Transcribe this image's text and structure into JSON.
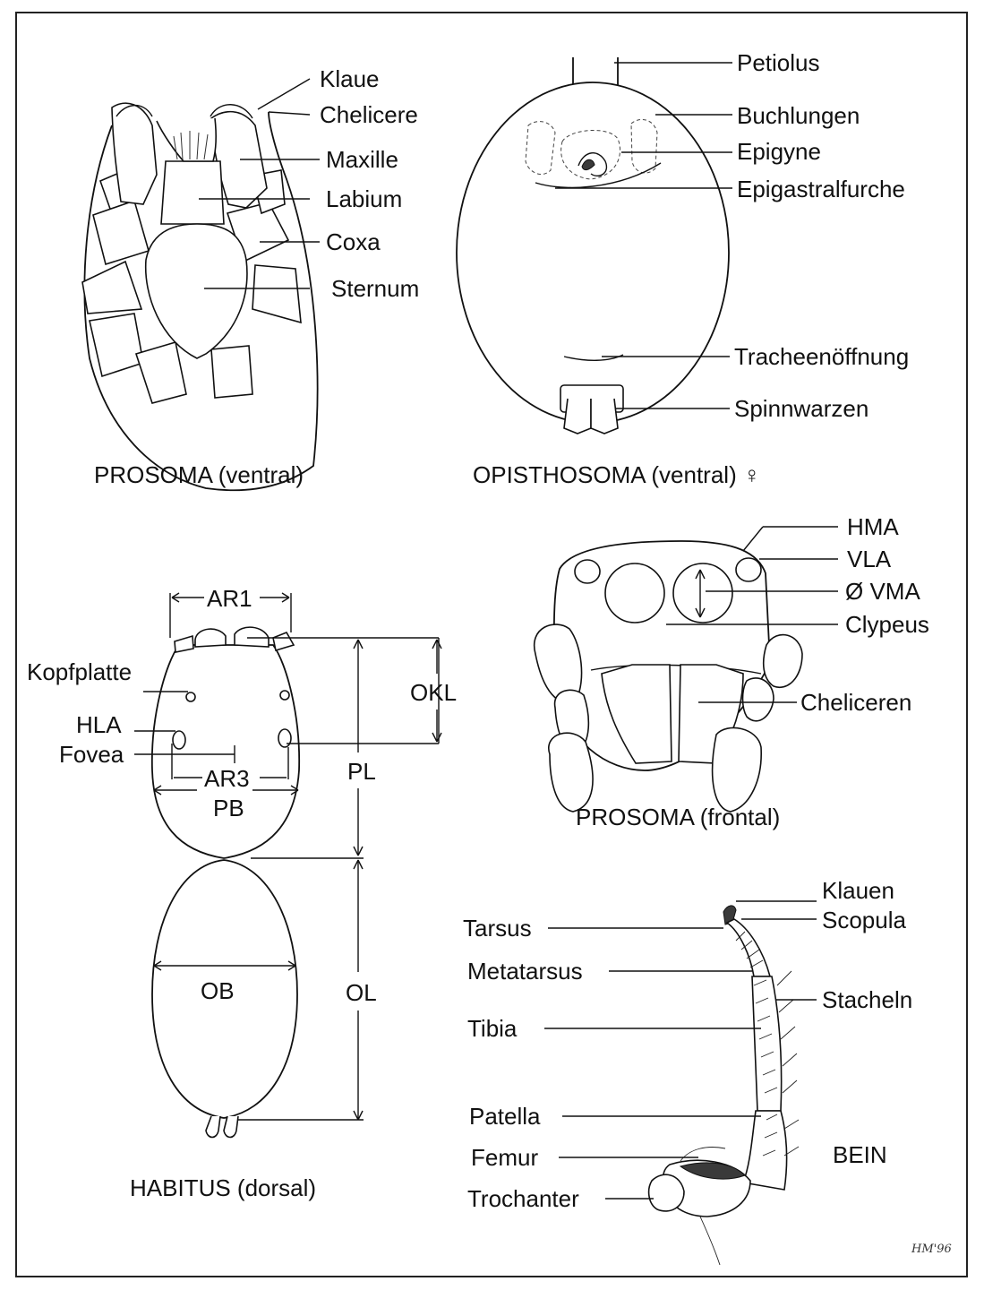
{
  "prosoma_ventral": {
    "caption": "PROSOMA (ventral)",
    "labels": [
      "Klaue",
      "Chelicere",
      "Maxille",
      "Labium",
      "Coxa",
      "Sternum"
    ]
  },
  "opisthosoma_ventral": {
    "caption": "OPISTHOSOMA (ventral) ♀",
    "labels": [
      "Petiolus",
      "Buchlungen",
      "Epigyne",
      "Epigastralfurche",
      "Tracheenöffnung",
      "Spinnwarzen"
    ]
  },
  "habitus_dorsal": {
    "caption": "HABITUS (dorsal)",
    "labels": [
      "AR1",
      "Kopfplatte",
      "HLA",
      "Fovea",
      "AR3",
      "PB",
      "OKL",
      "PL",
      "OB",
      "OL"
    ]
  },
  "prosoma_frontal": {
    "caption": "PROSOMA (frontal)",
    "labels": [
      "HMA",
      "VLA",
      "Ø VMA",
      "Clypeus",
      "Cheliceren"
    ]
  },
  "bein": {
    "caption": "BEIN",
    "labels_left": [
      "Tarsus",
      "Metatarsus",
      "Tibia",
      "Patella",
      "Femur",
      "Trochanter"
    ],
    "labels_right": [
      "Klauen",
      "Scopula",
      "Stacheln"
    ]
  },
  "signature": "HM'96"
}
